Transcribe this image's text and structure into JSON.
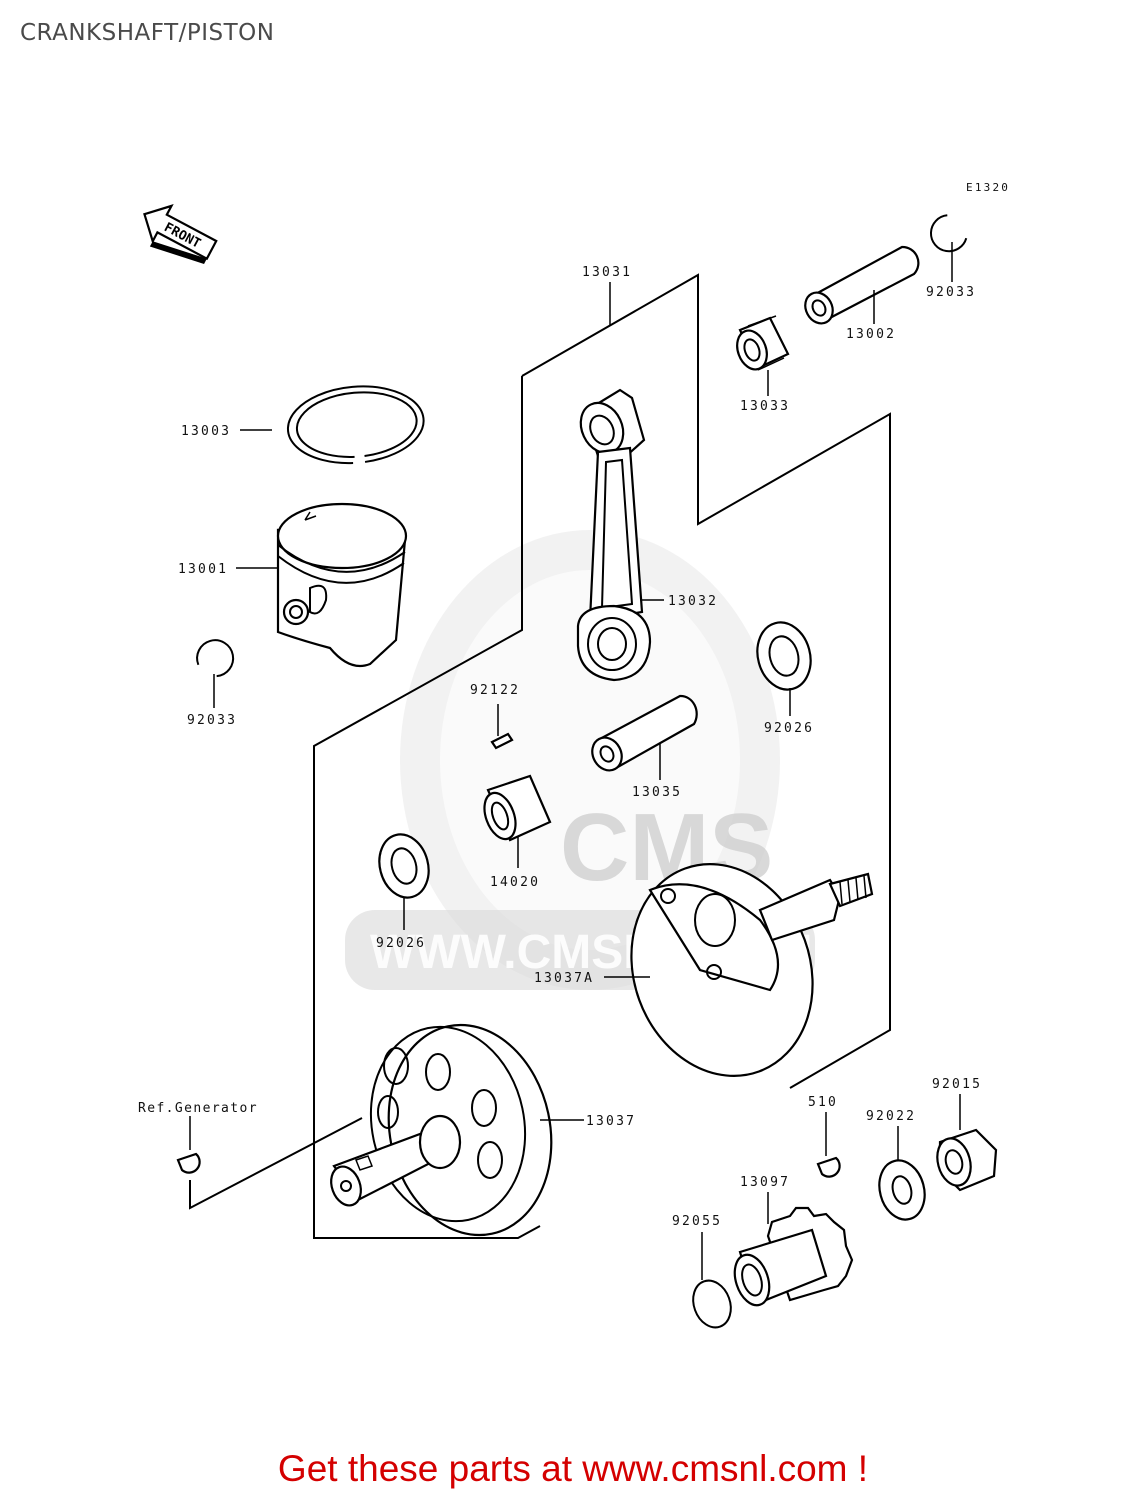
{
  "title": "CRANKSHAFT/PISTON",
  "diagram_code": "E1320",
  "front_arrow_label": "FRONT",
  "watermark": {
    "logo_text": "CMS",
    "url_text": "WWW.CMSNL.COM"
  },
  "parts": [
    {
      "id": "p13031",
      "number": "13031"
    },
    {
      "id": "p92033a",
      "number": "92033"
    },
    {
      "id": "p13002",
      "number": "13002"
    },
    {
      "id": "p13033",
      "number": "13033"
    },
    {
      "id": "p13003",
      "number": "13003"
    },
    {
      "id": "p13001",
      "number": "13001"
    },
    {
      "id": "p13032",
      "number": "13032"
    },
    {
      "id": "p92033b",
      "number": "92033"
    },
    {
      "id": "p92122",
      "number": "92122"
    },
    {
      "id": "p92026a",
      "number": "92026"
    },
    {
      "id": "p13035",
      "number": "13035"
    },
    {
      "id": "p14020",
      "number": "14020"
    },
    {
      "id": "p92026b",
      "number": "92026"
    },
    {
      "id": "p13037A",
      "number": "13037A"
    },
    {
      "id": "pRefGen",
      "number": "Ref.Generator"
    },
    {
      "id": "p13037",
      "number": "13037"
    },
    {
      "id": "p510",
      "number": "510"
    },
    {
      "id": "p92022",
      "number": "92022"
    },
    {
      "id": "p92015",
      "number": "92015"
    },
    {
      "id": "p13097",
      "number": "13097"
    },
    {
      "id": "p92055",
      "number": "92055"
    }
  ],
  "footer": "Get these parts at www.cmsnl.com !"
}
